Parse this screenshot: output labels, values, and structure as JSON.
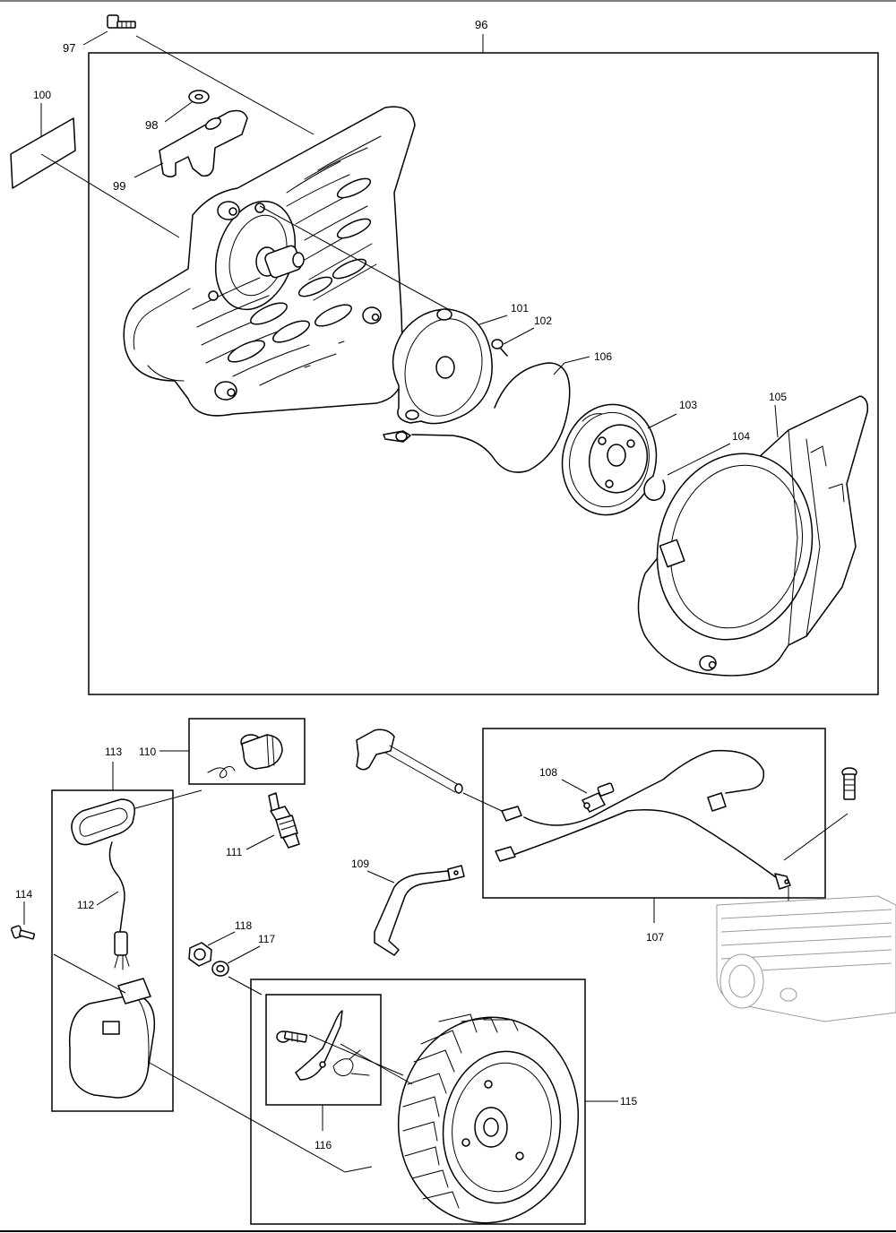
{
  "diagram": {
    "callouts": {
      "p96": "96",
      "p97": "97",
      "p98": "98",
      "p99": "99",
      "p100": "100",
      "p101": "101",
      "p102": "102",
      "p103": "103",
      "p104": "104",
      "p105": "105",
      "p106": "106",
      "p107": "107",
      "p108": "108",
      "p109": "109",
      "p110": "110",
      "p111": "111",
      "p112": "112",
      "p113": "113",
      "p114": "114",
      "p115": "115",
      "p116": "116",
      "p117": "117",
      "p118": "118"
    },
    "colors": {
      "line": "#000000",
      "ghost_part": "#9a9a9a",
      "background": "#ffffff"
    }
  }
}
